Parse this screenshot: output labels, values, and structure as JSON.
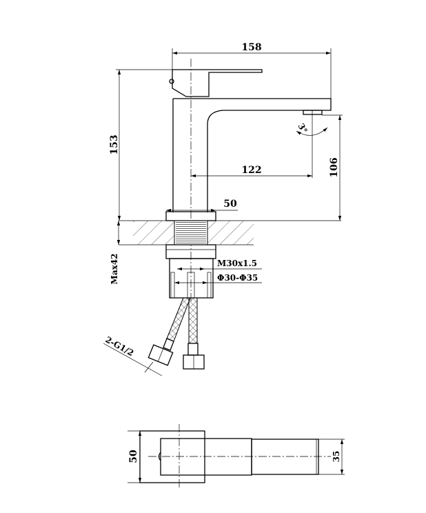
{
  "title": "Basin faucet technical drawing",
  "dimensions": {
    "overall_length": "158",
    "overall_height": "153",
    "spout_reach": "122",
    "spout_height": "106",
    "base_diameter": "50",
    "spout_angle": "3°",
    "max_counter_thickness": "Max42",
    "thread": "M30x1.5",
    "hole_diameter": "Φ30-Φ35",
    "hose_connection": "2-G1/2",
    "top_view_width": "50",
    "top_view_spout_width": "35"
  },
  "colors": {
    "line": "#000000",
    "background": "#ffffff"
  }
}
